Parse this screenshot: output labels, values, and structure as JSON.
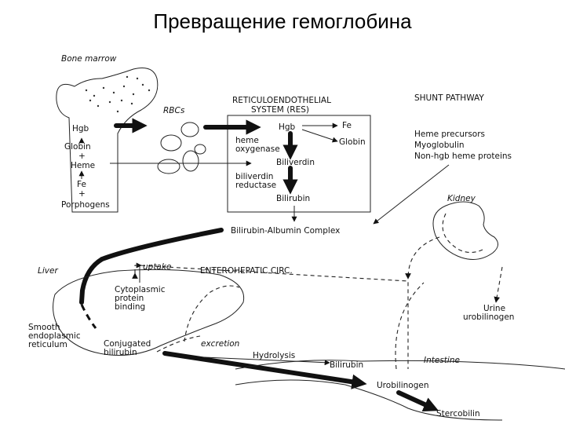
{
  "title": "Превращение гемоглобина",
  "labels": {
    "bone_marrow": "Bone marrow",
    "hgb_bm": "Hgb",
    "globin_bm": "Globin",
    "plus1": "+",
    "heme_bm": "Heme",
    "fe_bm": "Fe",
    "plus2": "+",
    "porphogens": "Porphogens",
    "rbcs": "RBCs",
    "res_line1": "RETICULOENDOTHELIAL",
    "res_line2": "SYSTEM (RES)",
    "hgb_res": "Hgb",
    "fe_res": "Fe",
    "globin_res": "Globin",
    "heme_oxygenase_1": "heme",
    "heme_oxygenase_2": "oxygenase",
    "biliverdin": "Biliverdin",
    "biliverdin_reductase_1": "biliverdin",
    "biliverdin_reductase_2": "reductase",
    "bilirubin_res": "Bilirubin",
    "shunt_pathway": "SHUNT PATHWAY",
    "heme_precursors": "Heme precursors",
    "myoglobulin": "Myoglobulin",
    "non_hgb": "Non-hgb heme proteins",
    "kidney": "Kidney",
    "complex": "Bilirubin-Albumin Complex",
    "liver": "Liver",
    "uptake": "uptake",
    "enterohepatic": "ENTEROHEPATIC CIRC.",
    "cyto1": "Cytoplasmic",
    "cyto2": "protein",
    "cyto3": "binding",
    "smooth1": "Smooth",
    "smooth2": "endoplasmic",
    "smooth3": "reticulum",
    "conj1": "Conjugated",
    "conj2": "bilirubin",
    "excretion": "excretion",
    "hydrolysis": "Hydrolysis",
    "bilirubin_int": "Bilirubin",
    "intestine": "Intestine",
    "urobilinogen_int": "Urobilinogen",
    "stercobilin": "Stercobilin",
    "urine1": "Urine",
    "urine2": "urobilinogen"
  }
}
